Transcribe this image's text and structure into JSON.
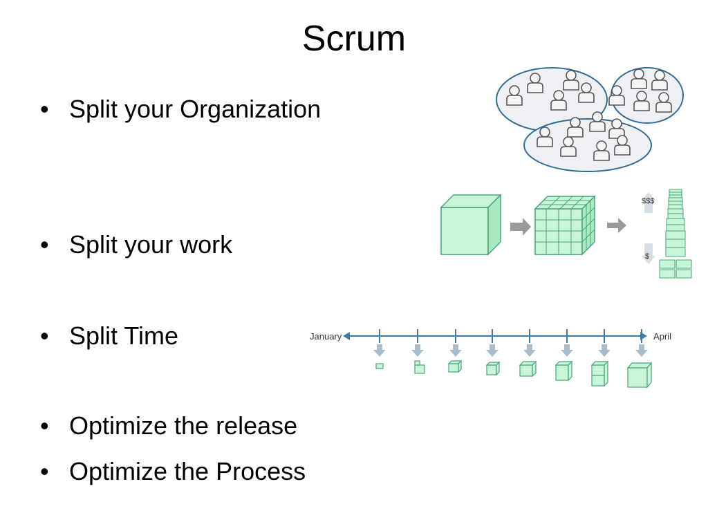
{
  "slide": {
    "title": "Scrum",
    "bullets": [
      "Split your Organization",
      "Split your work",
      "Split Time",
      "Optimize the release",
      "Optimize the Process"
    ],
    "bullet_glyph": "•"
  },
  "work_figure": {
    "high_value_label": "$$$",
    "low_value_label": "$"
  },
  "timeline": {
    "start_label": "January",
    "end_label": "April"
  },
  "colors": {
    "cube_fill": "#c8f5d8",
    "cube_stroke": "#4aa37a",
    "arrow_gray": "#9a9a9a",
    "timeline_blue": "#3a7ea8",
    "team_ellipse_fill": "#eef0f3",
    "team_ellipse_stroke": "#2f6d97"
  }
}
